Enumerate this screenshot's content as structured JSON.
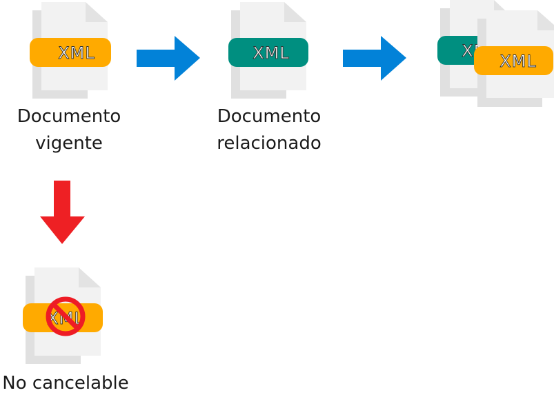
{
  "colors": {
    "orange_badge": "#FFAA00",
    "teal_badge": "#008F80",
    "blue_arrow": "#0282D8",
    "red_arrow": "#EE2024",
    "doc_page": "#F2F2F2",
    "doc_shadow": "#E0E0E0",
    "doc_fold": "#E3E3E3",
    "forbidden_sign": "#EE1C25"
  },
  "nodes": [
    {
      "id": "current",
      "badge_text": "XML",
      "badge_color": "orange",
      "label_line1": "Documento",
      "label_line2": "vigente"
    },
    {
      "id": "related",
      "badge_text": "XML",
      "badge_color": "teal",
      "label_line1": "Documento",
      "label_line2": "relacionado"
    },
    {
      "id": "stack",
      "back_badge_text": "XML",
      "front_badge_text": "XML"
    },
    {
      "id": "not-cancelable",
      "badge_text": "XML",
      "label": "No cancelable",
      "overlay_icon": "prohibited-icon"
    }
  ],
  "arrows": [
    {
      "from": "current",
      "to": "related",
      "direction": "right",
      "color": "blue"
    },
    {
      "from": "related",
      "to": "stack",
      "direction": "right",
      "color": "blue"
    },
    {
      "from": "current",
      "to": "not-cancelable",
      "direction": "down",
      "color": "red"
    }
  ]
}
